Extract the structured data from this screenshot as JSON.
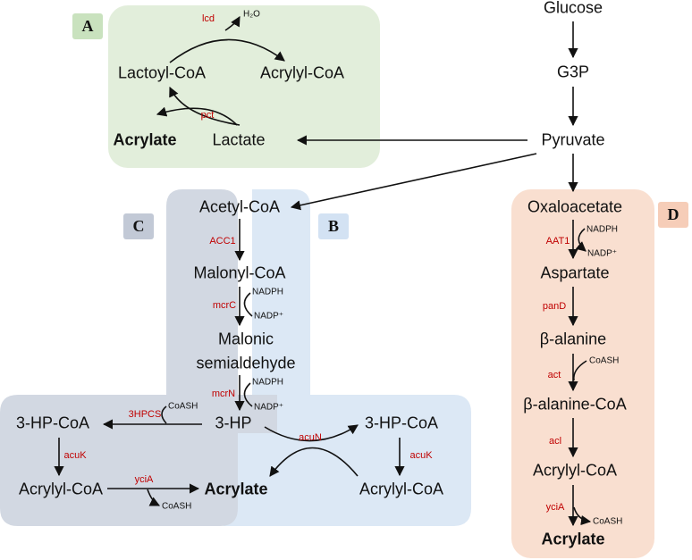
{
  "colors": {
    "panel_a": "#e2eedb",
    "panel_b": "#dce8f5",
    "panel_c": "#d2d8e2",
    "panel_d": "#f9dfd0",
    "badge_a": "#c9e2be",
    "badge_b": "#d3e2f3",
    "badge_c": "#c2c9d6",
    "badge_d": "#f6cdb8",
    "enzyme": "#c00000"
  },
  "panels": {
    "a": "A",
    "b": "B",
    "c": "C",
    "d": "D"
  },
  "main": {
    "glucose": "Glucose",
    "g3p": "G3P",
    "pyruvate": "Pyruvate"
  },
  "pathway_a": {
    "lactoyl_coa": "Lactoyl-CoA",
    "acrylyl_coa": "Acrylyl-CoA",
    "acrylate": "Acrylate",
    "lactate": "Lactate",
    "enzyme_lcd": "lcd",
    "enzyme_pct": "pct",
    "water": "H₂O"
  },
  "pathway_bc": {
    "acetyl_coa": "Acetyl-CoA",
    "enzyme_acc1": "ACC1",
    "malonyl_coa": "Malonyl-CoA",
    "enzyme_mcrc": "mcrC",
    "nadph_1": "NADPH",
    "nadp_1": "NADP⁺",
    "malonic_1": "Malonic",
    "malonic_2": "semialdehyde",
    "enzyme_mcrn": "mcrN",
    "nadph_2": "NADPH",
    "nadp_2": "NADP⁺",
    "hp3": "3-HP",
    "enzyme_3hpcs": "3HPCS",
    "coash_c": "CoASH",
    "hp3_coa_c": "3-HP-CoA",
    "enzyme_acuk_c": "acuK",
    "acrylyl_coa_c": "Acrylyl-CoA",
    "enzyme_ycia": "yciA",
    "coash_c2": "CoASH",
    "acrylate": "Acrylate",
    "enzyme_acun": "acuN",
    "hp3_coa_b": "3-HP-CoA",
    "enzyme_acuk_b": "acuK",
    "acrylyl_coa_b": "Acrylyl-CoA"
  },
  "pathway_d": {
    "oxaloacetate": "Oxaloacetate",
    "enzyme_aat1": "AAT1",
    "nadph": "NADPH",
    "nadp": "NADP⁺",
    "aspartate": "Aspartate",
    "enzyme_pand": "panD",
    "beta_alanine": "β-alanine",
    "enzyme_act": "act",
    "coash": "CoASH",
    "beta_alanine_coa": "β-alanine-CoA",
    "enzyme_acl": "acl",
    "acrylyl_coa": "Acrylyl-CoA",
    "enzyme_ycia": "yciA",
    "coash2": "CoASH",
    "acrylate": "Acrylate"
  }
}
